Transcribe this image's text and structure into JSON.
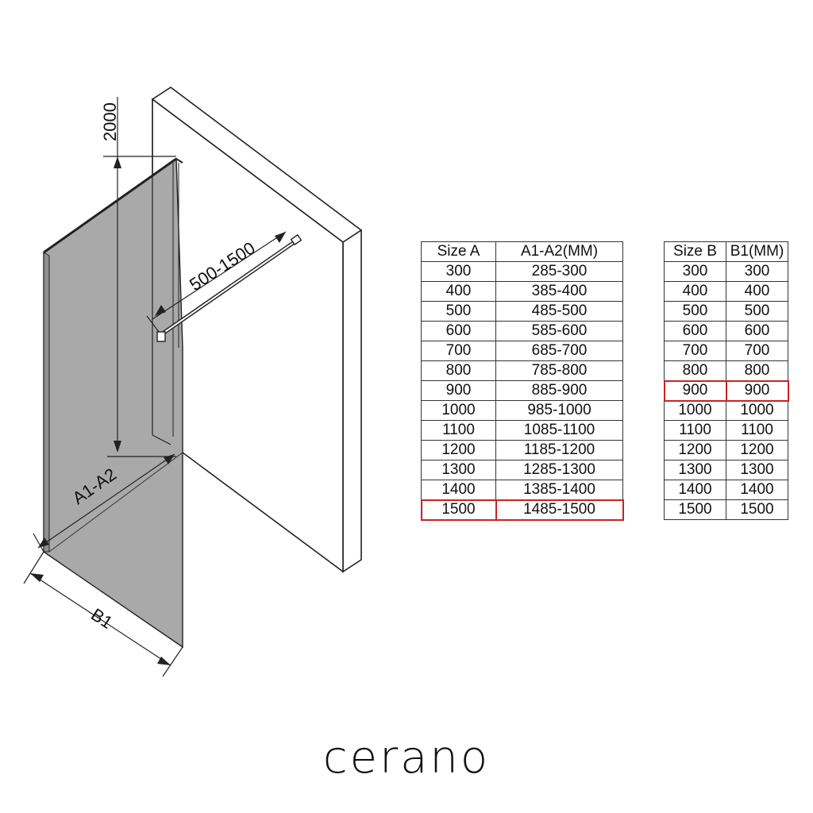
{
  "drawing": {
    "height_label": "2000",
    "arm_label": "500-1500",
    "a_label": "A1-A2",
    "b_label": "B1"
  },
  "table_a": {
    "headers": [
      "Size  A",
      "A1-A2(MM)"
    ],
    "rows": [
      [
        "300",
        "285-300"
      ],
      [
        "400",
        "385-400"
      ],
      [
        "500",
        "485-500"
      ],
      [
        "600",
        "585-600"
      ],
      [
        "700",
        "685-700"
      ],
      [
        "800",
        "785-800"
      ],
      [
        "900",
        "885-900"
      ],
      [
        "1000",
        "985-1000"
      ],
      [
        "1100",
        "1085-1100"
      ],
      [
        "1200",
        "1185-1200"
      ],
      [
        "1300",
        "1285-1300"
      ],
      [
        "1400",
        "1385-1400"
      ],
      [
        "1500",
        "1485-1500"
      ]
    ],
    "highlighted_row": 12,
    "highlight_color": "#cc2222"
  },
  "table_b": {
    "headers": [
      "Size  B",
      "B1(MM)"
    ],
    "rows": [
      [
        "300",
        "300"
      ],
      [
        "400",
        "400"
      ],
      [
        "500",
        "500"
      ],
      [
        "600",
        "600"
      ],
      [
        "700",
        "700"
      ],
      [
        "800",
        "800"
      ],
      [
        "900",
        "900"
      ],
      [
        "1000",
        "1000"
      ],
      [
        "1100",
        "1100"
      ],
      [
        "1200",
        "1200"
      ],
      [
        "1300",
        "1300"
      ],
      [
        "1400",
        "1400"
      ],
      [
        "1500",
        "1500"
      ]
    ],
    "highlighted_row": 6,
    "highlight_color": "#cc2222"
  },
  "brand": "cerano",
  "colors": {
    "glass": "#a8a8a8",
    "line": "#222222",
    "highlight": "#cc2222"
  }
}
